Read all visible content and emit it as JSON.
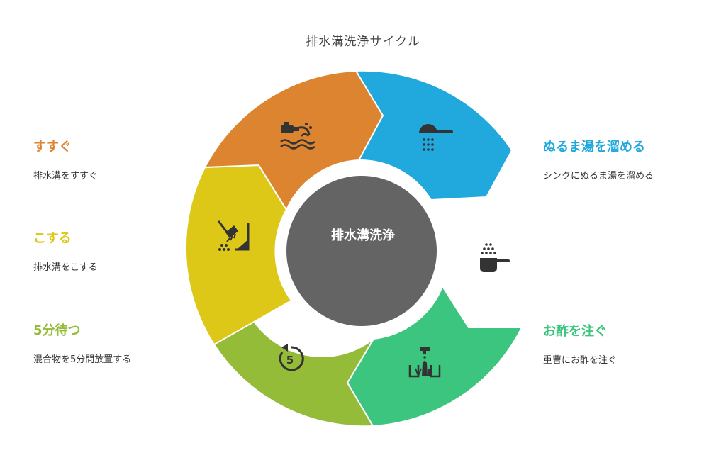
{
  "title": "排水溝洗浄サイクル",
  "center": {
    "label": "排水溝洗浄",
    "color": "#646464"
  },
  "steps": [
    {
      "title": "ぬるま湯を溜める",
      "description": "シンクにぬるま湯を溜める",
      "color": "#21A8DC",
      "icon": "ladle-water-icon"
    },
    {
      "title": "お酢を注ぐ",
      "description": "重曹にお酢を注ぐ",
      "color": "#3CC57E",
      "icon": "pour-bottles-icon"
    },
    {
      "title": "5分待つ",
      "description": "混合物を5分間放置する",
      "color": "#95BC38",
      "icon": "timer-5-icon",
      "icon_text": "5"
    },
    {
      "title": "こする",
      "description": "排水溝をこする",
      "color": "#DDC817",
      "icon": "brush-scrub-icon"
    },
    {
      "title": "すすぐ",
      "description": "排水溝をすすぐ",
      "color": "#DD8430",
      "icon": "faucet-water-icon"
    }
  ],
  "standalone_icon": "baking-soda-scoop-icon"
}
